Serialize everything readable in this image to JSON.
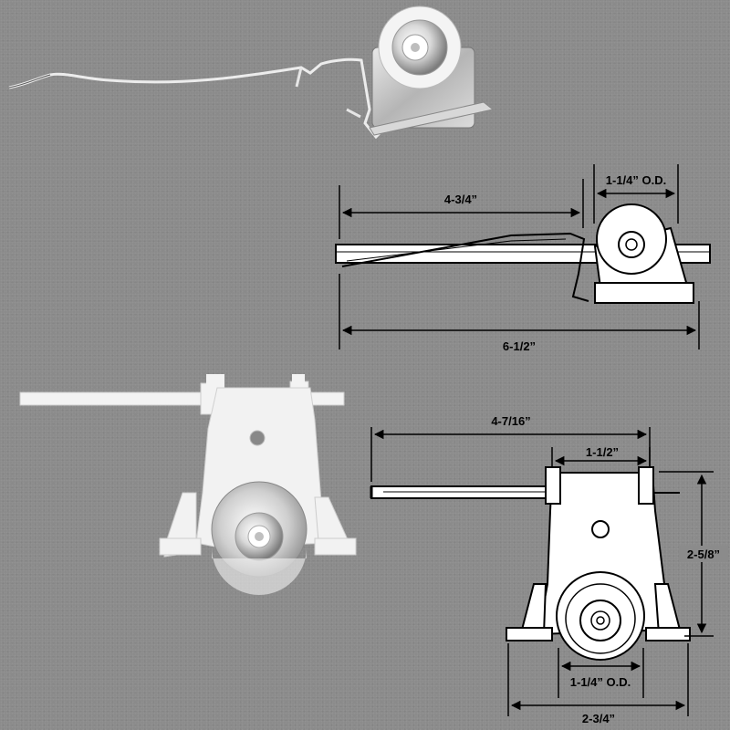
{
  "colors": {
    "background": "#8b8b8b",
    "plastic": "#f2f2f2",
    "metal": "#c9c9c9",
    "line": "#000000",
    "drawing_fill": "#ffffff"
  },
  "dimensions": {
    "stop_bar_length": "4-3/4”",
    "stop_pulley_od": "1-1/4” O.D.",
    "stop_total_length": "6-1/2”",
    "tilter_shaft_length": "4-7/16”",
    "tilter_bracket_width": "1-1/2”",
    "tilter_height": "2-5/8”",
    "tilter_pulley_od": "1-1/4” O.D.",
    "tilter_base_width": "2-3/4”"
  }
}
